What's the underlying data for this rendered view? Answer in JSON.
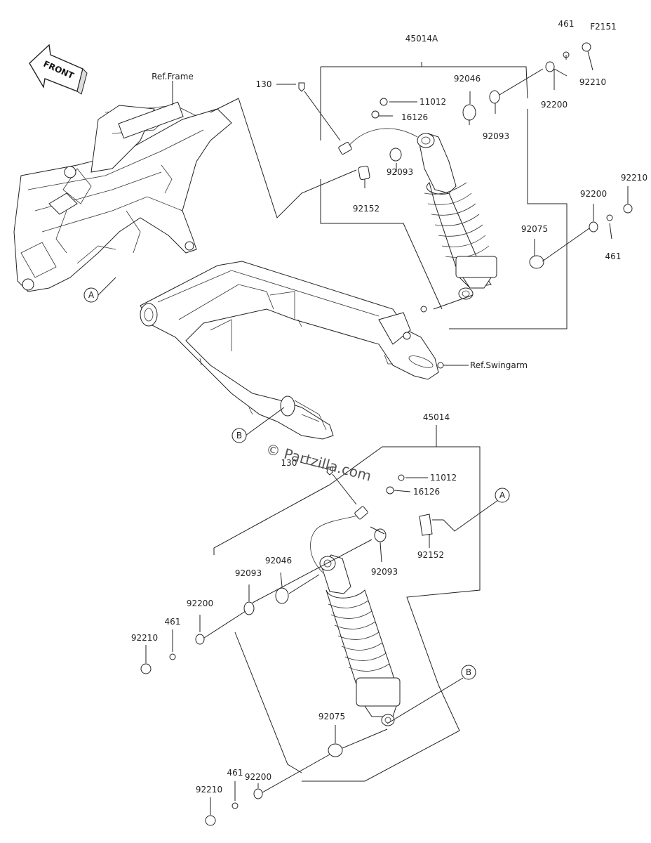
{
  "front_label": "FRONT",
  "watermark": "© Partzilla.com",
  "refs": {
    "frame": "Ref.Frame",
    "swingarm": "Ref.Swingarm"
  },
  "callouts": {
    "a": "A",
    "b": "B"
  },
  "assembly_upper": "45014A",
  "assembly_lower": "45014",
  "labels": {
    "f2151": "F2151",
    "u461a": "461",
    "u92210a": "92210",
    "u92200a": "92200",
    "u92093a": "92093",
    "u92046": "92046",
    "u11012": "11012",
    "u16126": "16126",
    "u130": "130",
    "u92093b": "92093",
    "u92152": "92152",
    "u92210b": "92210",
    "u92200b": "92200",
    "u461b": "461",
    "u92075": "92075",
    "l130": "130",
    "l11012": "11012",
    "l16126": "16126",
    "l92152": "92152",
    "l92093a": "92093",
    "l92046": "92046",
    "l92093b": "92093",
    "l92200a": "92200",
    "l461a": "461",
    "l92210a": "92210",
    "l92075": "92075",
    "l92200b": "92200",
    "l461b": "461",
    "l92210b": "92210"
  }
}
